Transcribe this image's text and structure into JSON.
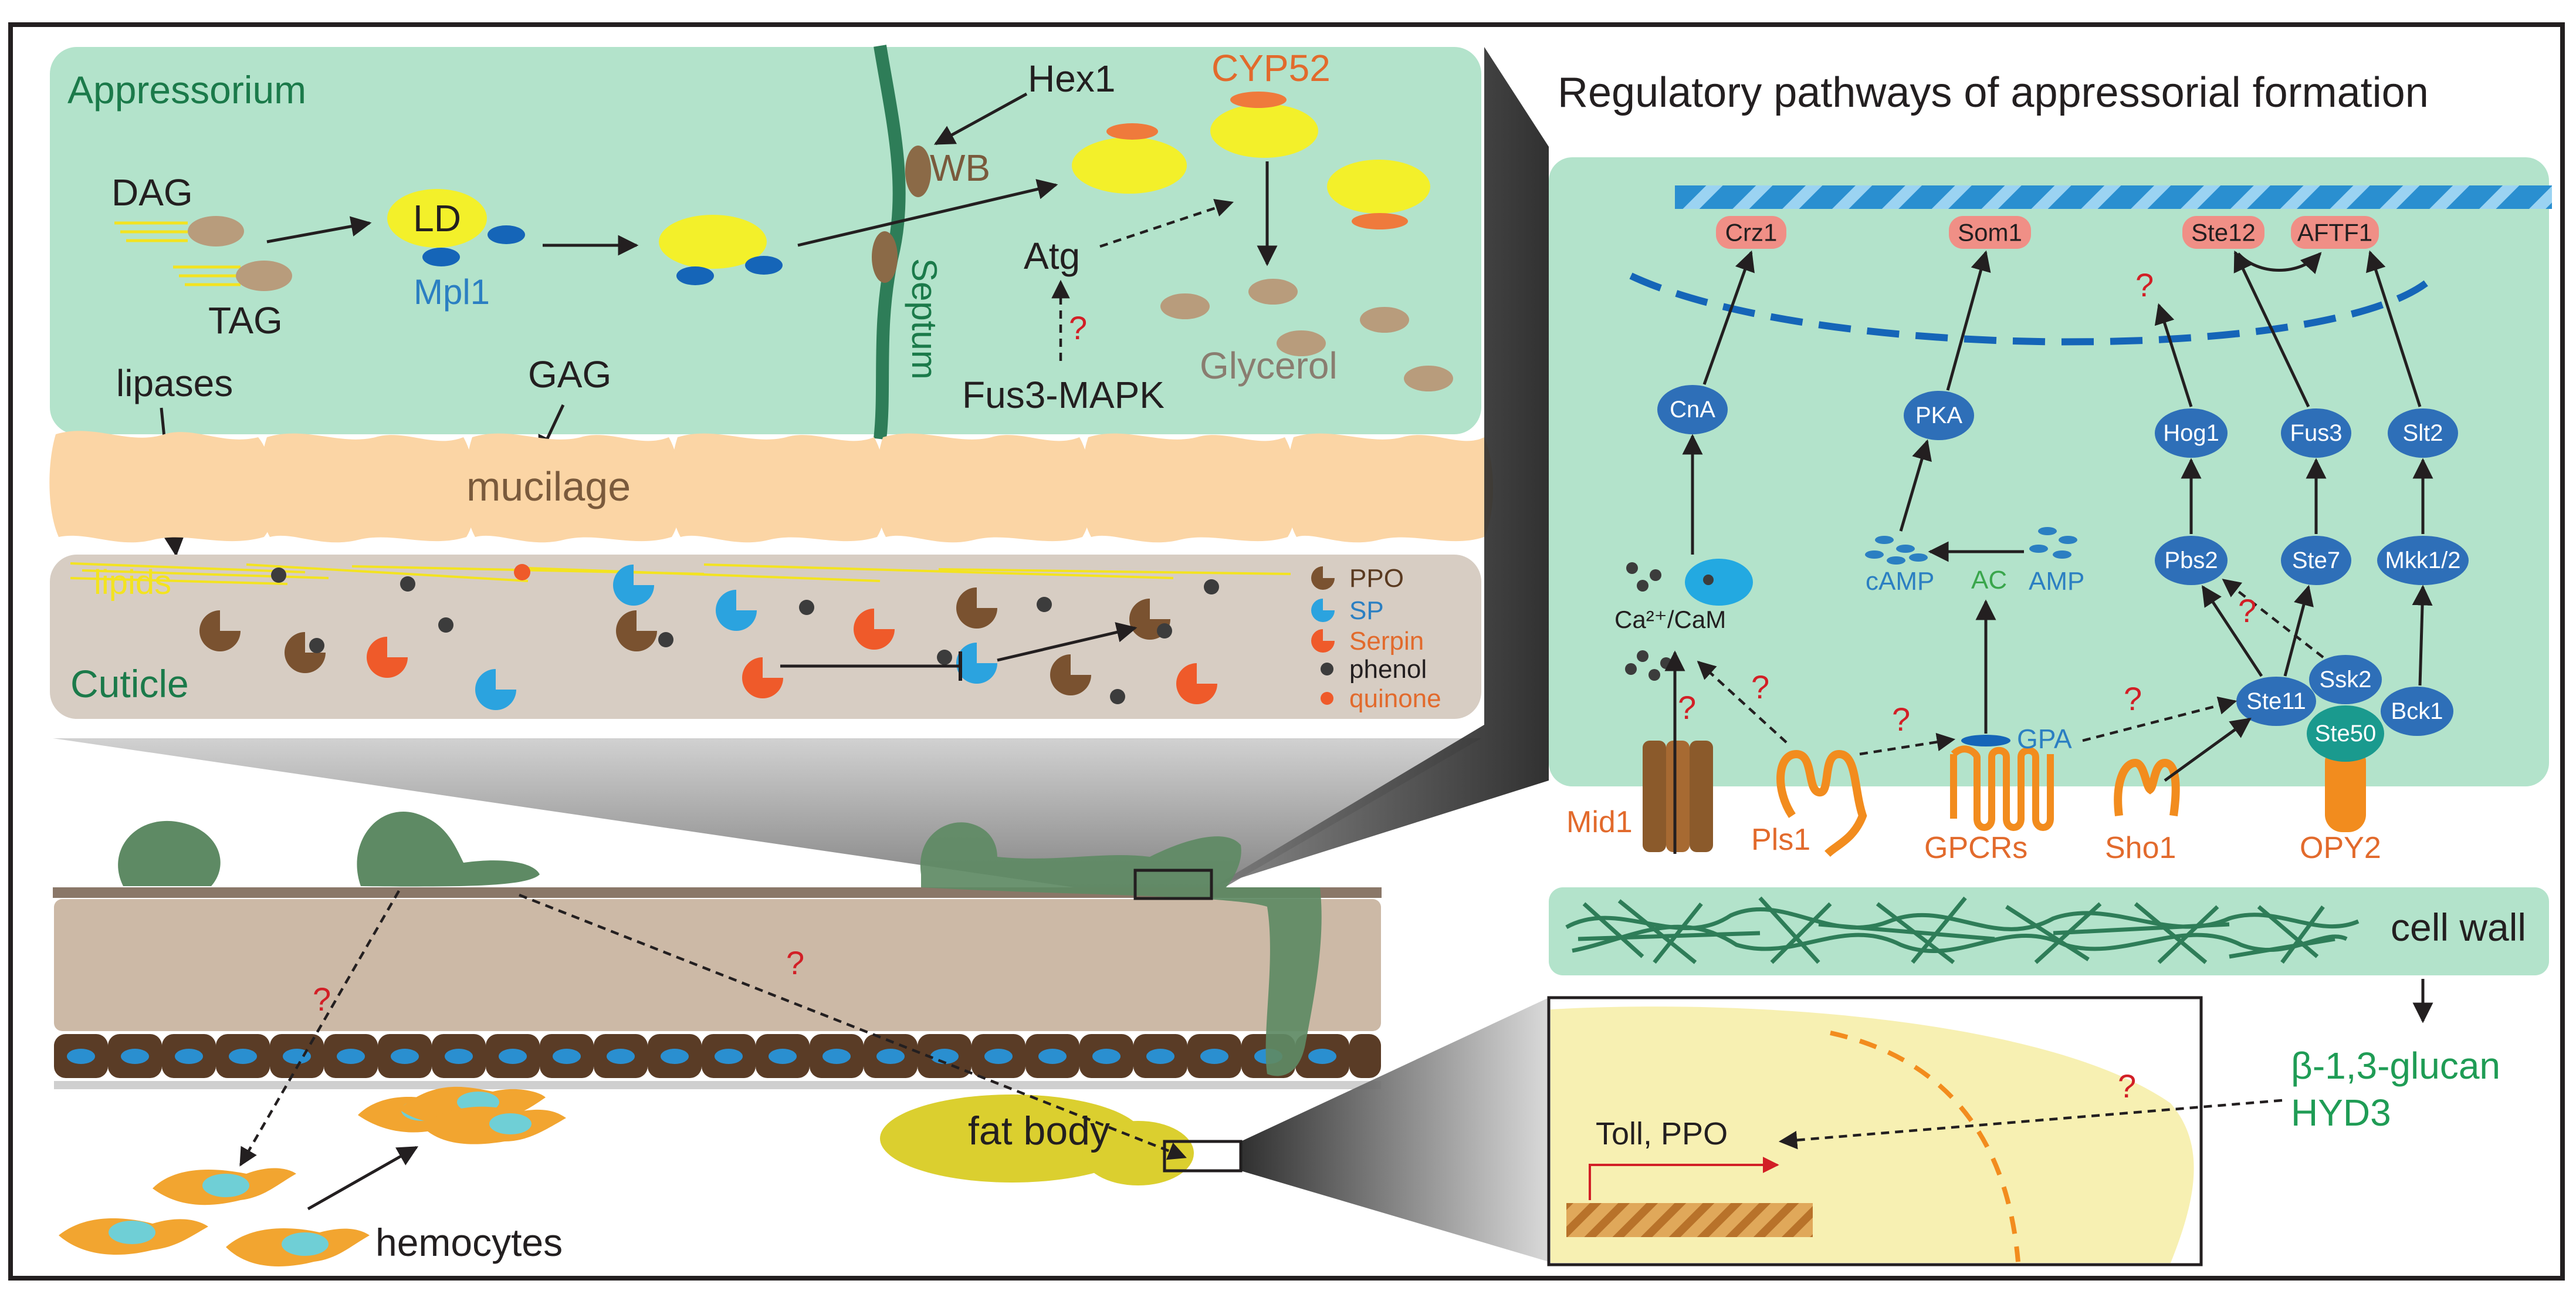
{
  "appressorium": {
    "title": "Appressorium",
    "labels": {
      "dag": "DAG",
      "tag": "TAG",
      "ld": "LD",
      "mpl1": "Mpl1",
      "hex1": "Hex1",
      "wb": "WB",
      "septum": "Septum",
      "cyp52": "CYP52",
      "atg": "Atg",
      "fus3_mapk": "Fus3-MAPK",
      "glycerol": "Glycerol",
      "lipases": "lipases",
      "gag": "GAG",
      "mucilage": "mucilage"
    },
    "q": "?"
  },
  "cuticle": {
    "title": "Cuticle",
    "lipids": "lipids",
    "legend": {
      "ppo": "PPO",
      "sp": "SP",
      "serpin": "Serpin",
      "phenol": "phenol",
      "quinone": "quinone"
    }
  },
  "insect": {
    "fat_body": "fat body",
    "hemocytes": "hemocytes",
    "toll_ppo": "Toll, PPO",
    "q": "?"
  },
  "pathways": {
    "title": "Regulatory pathways of appressorial formation",
    "tfs": [
      "Crz1",
      "Som1",
      "Ste12",
      "AFTF1"
    ],
    "kinases": {
      "cna": "CnA",
      "pka": "PKA",
      "hog1": "Hog1",
      "fus3": "Fus3",
      "slt2": "Slt2",
      "pbs2": "Pbs2",
      "ste7": "Ste7",
      "mkk12": "Mkk1/2",
      "ste11": "Ste11",
      "ssk2": "Ssk2",
      "ste50": "Ste50",
      "bck1": "Bck1"
    },
    "messengers": {
      "ca_cam": "Ca²⁺/CaM",
      "camp": "cAMP",
      "ac": "AC",
      "amp": "AMP",
      "gpa": "GPA"
    },
    "receptors": {
      "mid1": "Mid1",
      "pls1": "Pls1",
      "gpcrs": "GPCRs",
      "sho1": "Sho1",
      "opy2": "OPY2"
    },
    "q": "?"
  },
  "cell_wall": {
    "label": "cell wall",
    "glucan": "β-1,3-glucan",
    "hyd3": "HYD3"
  },
  "colors": {
    "appressorium_bg": "#b3e3cb",
    "cuticle_bg": "#d7cdc3",
    "mucilage": "#fbd5a5",
    "node_blue": "#2e6fb8",
    "tf_pink": "#f08f86",
    "ste50_teal": "#1a9a8e",
    "fungus_green": "#6e8f6c",
    "fat_body_yellow": "#dbcf2f"
  }
}
